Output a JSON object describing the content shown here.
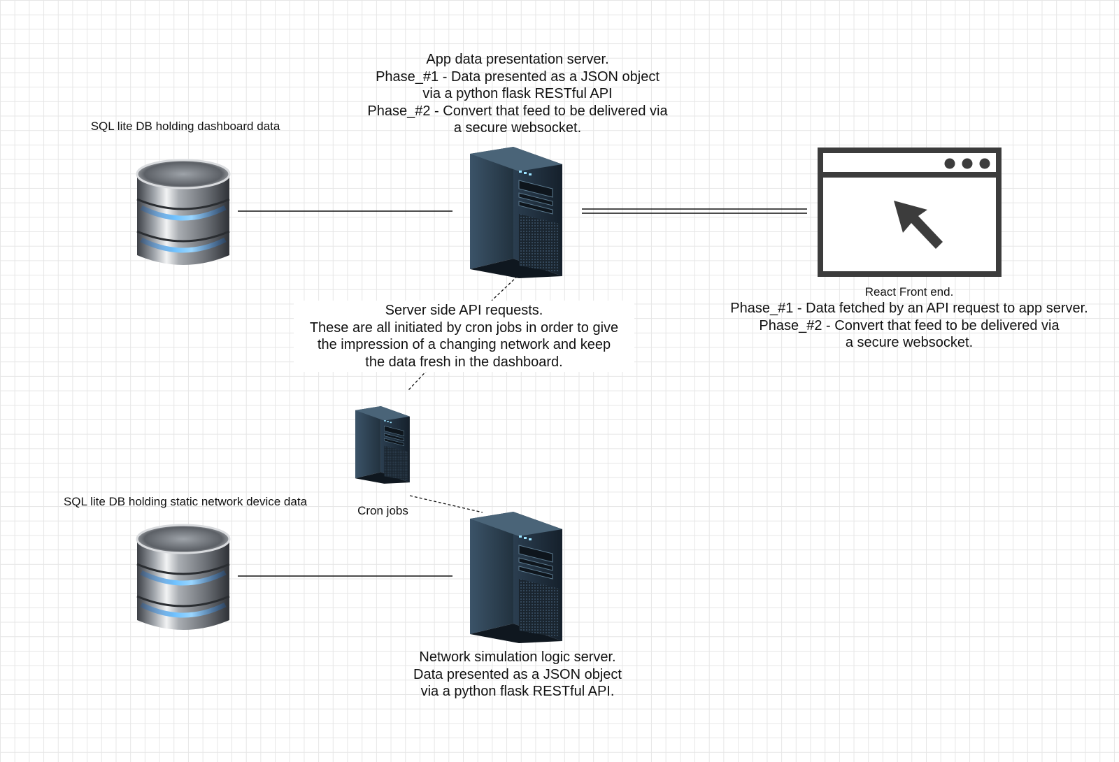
{
  "labels": {
    "app_server": [
      "App data presentation server.",
      "Phase_#1 - Data presented as a JSON object",
      "via a python flask RESTful API",
      "Phase_#2 - Convert that feed to be delivered via",
      "a secure websocket."
    ],
    "db_dashboard": "SQL lite DB holding dashboard data",
    "db_static": "SQL lite DB holding static network device data",
    "react_title": "React Front end.",
    "react_desc": [
      "Phase_#1 - Data fetched by an API request to app server.",
      "Phase_#2 - Convert that feed to be delivered via",
      "a secure websocket."
    ],
    "api_requests": [
      "Server side API requests.",
      "These are all initiated by cron jobs in order to give",
      "the impression of a changing network and keep",
      "the data fresh in the dashboard."
    ],
    "cron": "Cron jobs",
    "network_server": [
      "Network simulation logic server.",
      "Data presented as a JSON object",
      "via a python flask RESTful API."
    ]
  },
  "icons": {
    "database": "database-icon",
    "server": "server-tower-icon",
    "browser": "browser-window-cursor-icon"
  },
  "colors": {
    "grid": "#e6e6e6",
    "db_body": "#7b7f85",
    "db_ring": "#4aa3ff",
    "server_body": "#1f2c38",
    "browser_stroke": "#3c3c3c",
    "connector": "#111111"
  }
}
